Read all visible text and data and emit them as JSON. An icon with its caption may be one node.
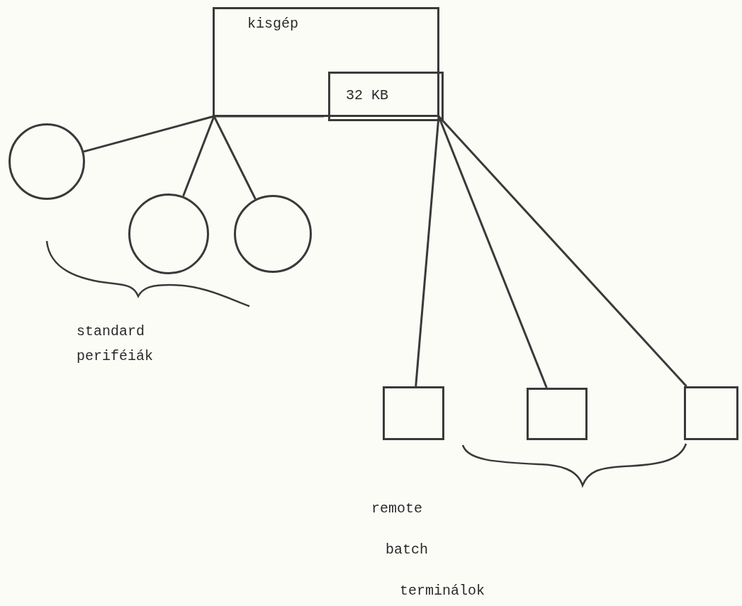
{
  "diagram": {
    "nodes": [
      {
        "text": [
          "kisgép"
        ]
      },
      {
        "text": [
          "32 KB"
        ],
        "in": 0
      },
      {
        "text": [],
        "shape": "circle"
      },
      {
        "text": [],
        "shape": "circle"
      },
      {
        "text": [],
        "shape": "circle"
      },
      {
        "text": [],
        "shape": "box"
      },
      {
        "text": [],
        "shape": "box"
      },
      {
        "text": [],
        "shape": "box"
      }
    ],
    "edges": [
      {
        "from": 0,
        "to": 2,
        "arrow": "none"
      },
      {
        "from": 0,
        "to": 3,
        "arrow": "none"
      },
      {
        "from": 0,
        "to": 4,
        "arrow": "none"
      },
      {
        "from": 1,
        "to": 5,
        "arrow": "none"
      },
      {
        "from": 1,
        "to": 6,
        "arrow": "none"
      },
      {
        "from": 1,
        "to": 7,
        "arrow": "none"
      }
    ],
    "labels": [
      "standard periféiák",
      "remote",
      "batch",
      "terminálok"
    ]
  }
}
